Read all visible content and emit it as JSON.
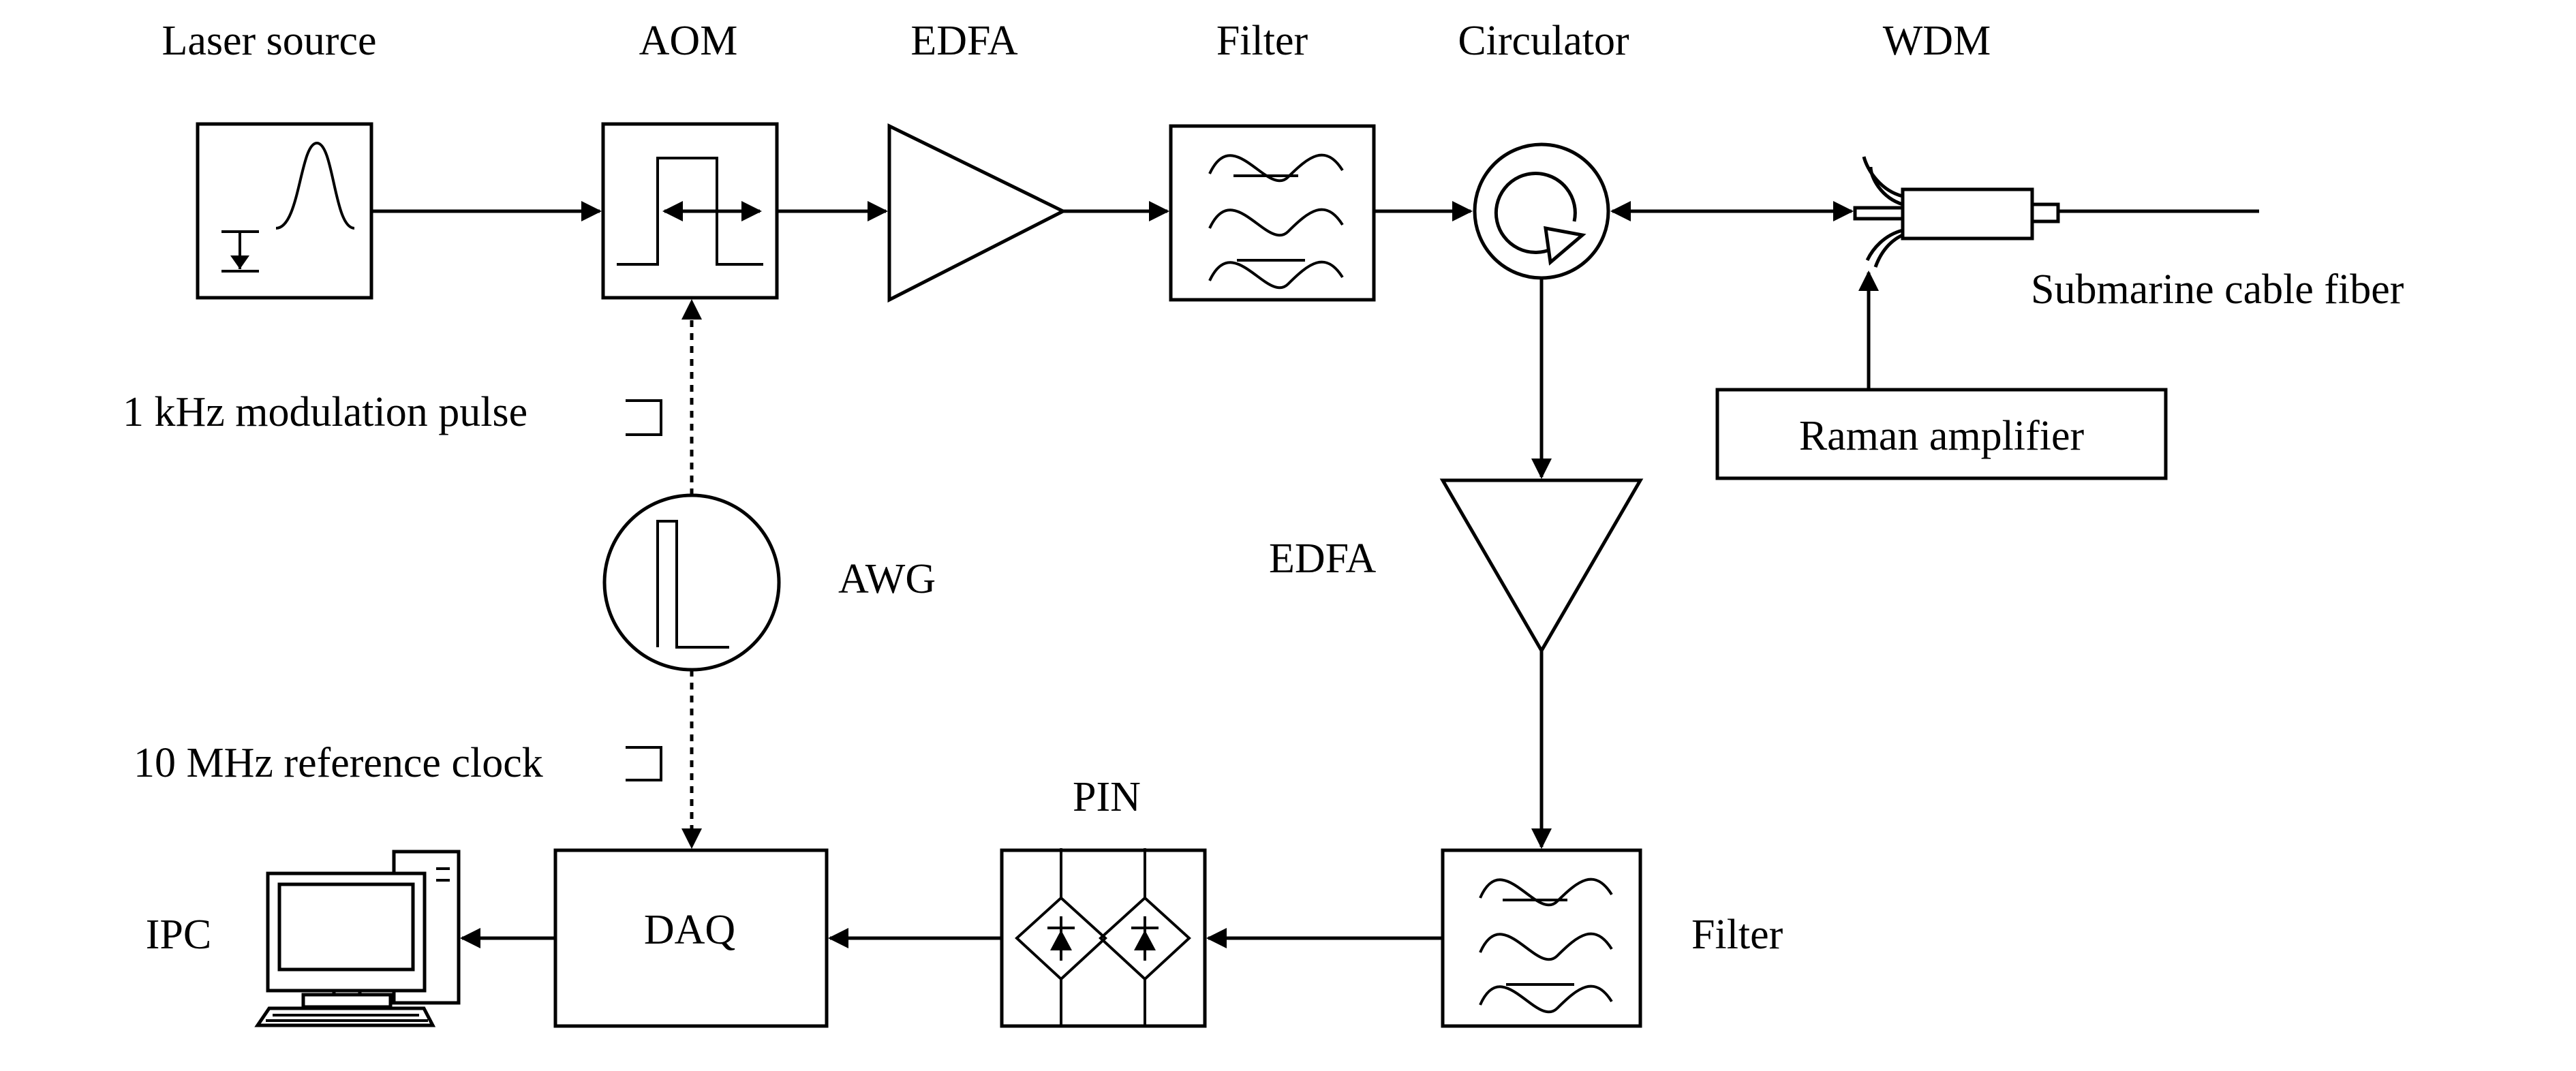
{
  "labels": {
    "laser_source": "Laser source",
    "aom": "AOM",
    "edfa_top": "EDFA",
    "filter_top": "Filter",
    "circulator": "Circulator",
    "wdm": "WDM",
    "submarine_cable": "Submarine cable fiber",
    "raman": "Raman amplifier",
    "modulation_pulse": "1 kHz modulation pulse",
    "awg": "AWG",
    "edfa_right": "EDFA",
    "ref_clock": "10 MHz reference clock",
    "pin": "PIN",
    "ipc": "IPC",
    "daq": "DAQ",
    "filter_bottom": "Filter"
  },
  "colors": {
    "stroke": "#000000",
    "background": "#ffffff"
  },
  "icons": [
    "laser-icon",
    "pulse-icon",
    "amplifier-icon",
    "filter-icon",
    "circulator-icon",
    "wdm-coupler-icon",
    "waveform-icon",
    "photodiode-icon",
    "computer-icon"
  ]
}
